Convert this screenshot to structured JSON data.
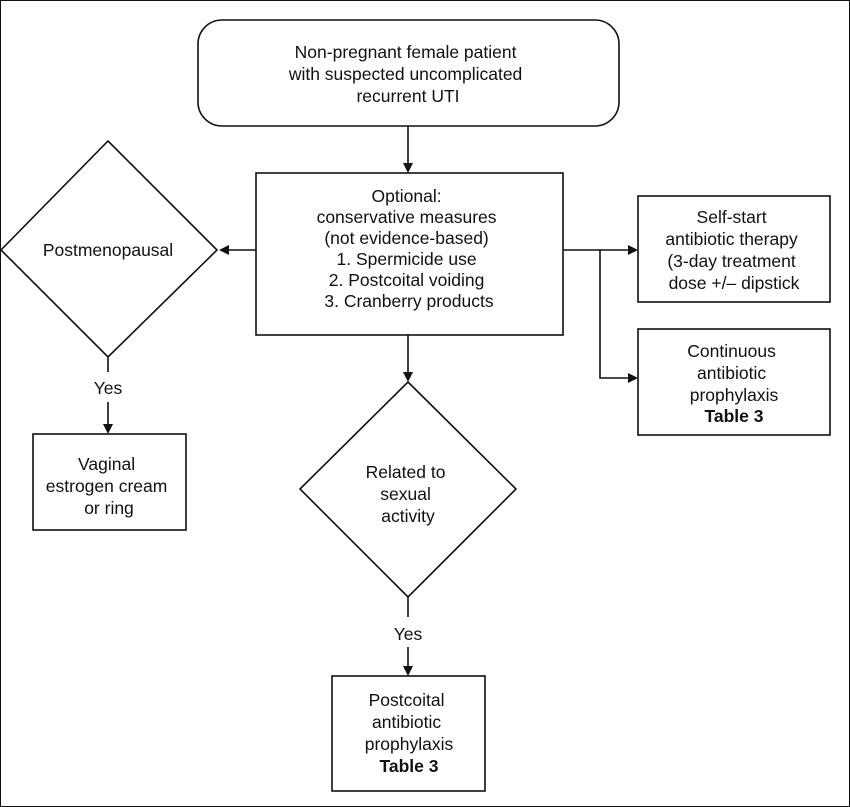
{
  "nodes": {
    "start": {
      "lines": [
        "Non-pregnant female patient",
        "with suspected uncomplicated",
        "recurrent UTI"
      ]
    },
    "conservative": {
      "lines": [
        "Optional:",
        "conservative measures",
        "(not evidence-based)",
        "1. Spermicide use",
        "2. Postcoital voiding",
        "3. Cranberry products"
      ]
    },
    "postmenopausal": {
      "lines": [
        "Postmenopausal"
      ]
    },
    "vaginal_estrogen": {
      "lines": [
        "Vaginal",
        "estrogen cream",
        "or ring"
      ]
    },
    "self_start": {
      "lines": [
        "Self-start",
        "antibiotic therapy",
        "(3-day treatment",
        "dose +/– dipstick"
      ]
    },
    "continuous": {
      "lines": [
        "Continuous",
        "antibiotic",
        "prophylaxis"
      ],
      "ref": "Table 3"
    },
    "sexual_activity": {
      "lines": [
        "Related to",
        "sexual",
        "activity"
      ]
    },
    "postcoital": {
      "lines": [
        "Postcoital",
        "antibiotic",
        "prophylaxis"
      ],
      "ref": "Table 3"
    }
  },
  "edge_labels": {
    "postmenopausal_yes": "Yes",
    "sexual_yes": "Yes"
  }
}
